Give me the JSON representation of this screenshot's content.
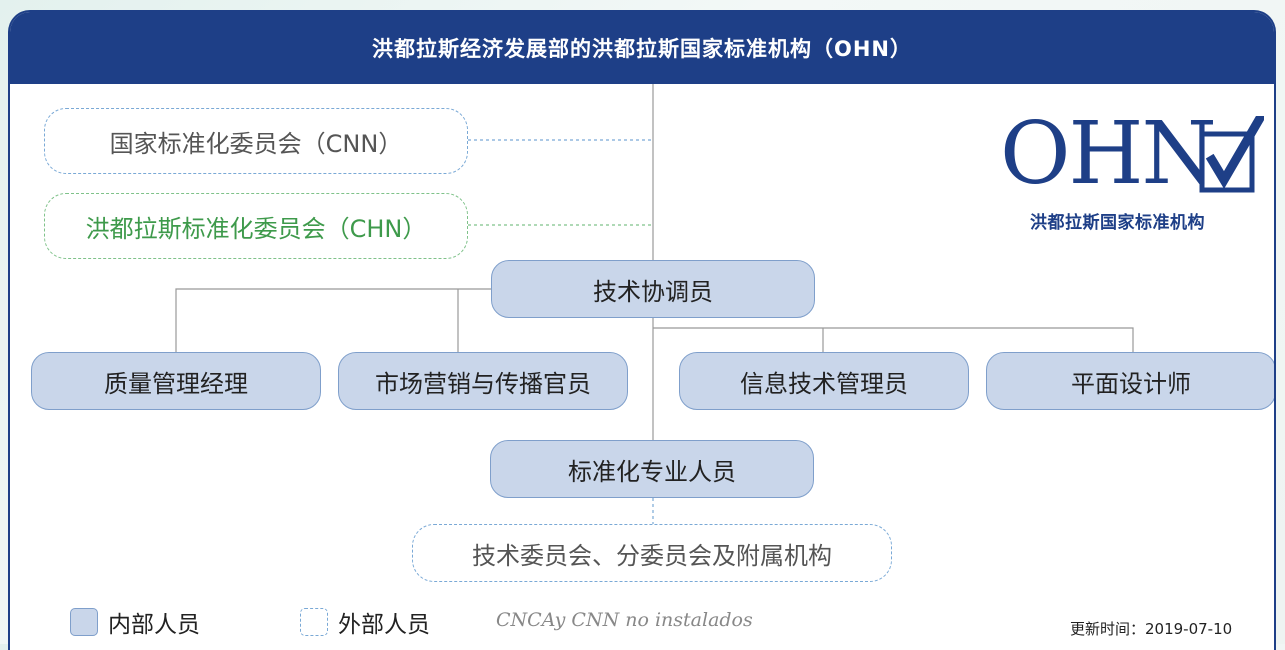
{
  "header": {
    "title": "洪都拉斯经济发展部的洪都拉斯国家标准机构（OHN）"
  },
  "logo": {
    "text": "OHN",
    "subtitle": "洪都拉斯国家标准机构"
  },
  "external_bodies": {
    "cnn": "国家标准化委员会（CNN）",
    "chn": "洪都拉斯标准化委员会（CHN）",
    "committees": "技术委员会、分委员会及附属机构"
  },
  "positions": {
    "coordinator": "技术协调员",
    "quality_manager": "质量管理经理",
    "marketing_officer": "市场营销与传播官员",
    "it_manager": "信息技术管理员",
    "graphic_designer": "平面设计师",
    "standardization_staff": "标准化专业人员"
  },
  "legend": {
    "internal": "内部人员",
    "external": "外部人员"
  },
  "note": "CNCAy CNN no instalados",
  "updated": "更新时间：2019-07-10",
  "colors": {
    "primary": "#1e3f87",
    "internal_fill": "#c9d6ea",
    "external_border_blue": "#7aa9d6",
    "external_border_green": "#7fc28a"
  }
}
